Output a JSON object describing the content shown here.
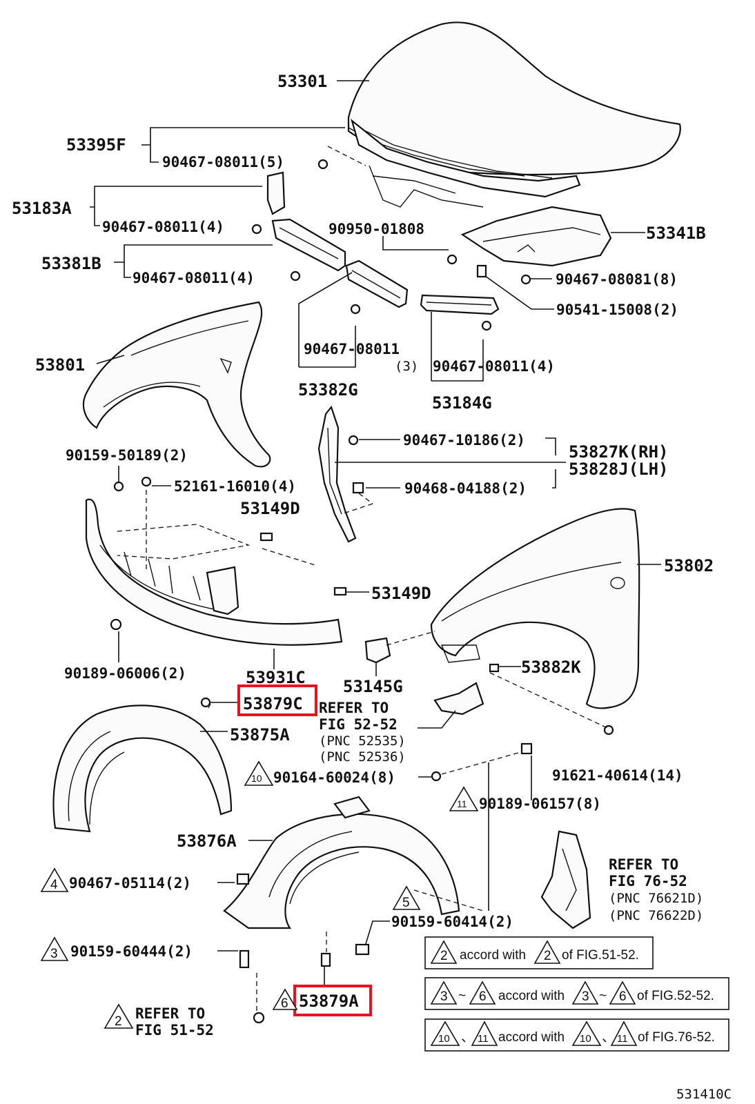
{
  "parts": {
    "p53301": "53301",
    "p53395F": "53395F",
    "p53395F_clip": "90467-08011(5)",
    "p53183A": "53183A",
    "p53183A_clip": "90467-08011(4)",
    "p90950": "90950-01808",
    "p53341B": "53341B",
    "p53381B": "53381B",
    "p53381B_clip": "90467-08011(4)",
    "p90467_08081": "90467-08081(8)",
    "p90541": "90541-15008(2)",
    "p53801": "53801",
    "p53382G_clip": "90467-08011",
    "p53382G_qty": "(3)",
    "p53184G_clip": "90467-08011(4)",
    "p53382G": "53382G",
    "p53184G": "53184G",
    "p90467_10186": "90467-10186(2)",
    "p53827K": "53827K(RH)",
    "p53828J": "53828J(LH)",
    "p90159_50189": "90159-50189(2)",
    "p52161": "52161-16010(4)",
    "p90468": "90468-04188(2)",
    "p53149D_top": "53149D",
    "p53802": "53802",
    "p53149D_mid": "53149D",
    "p90189_06006": "90189-06006(2)",
    "p53931C": "53931C",
    "p53145G": "53145G",
    "p53882K": "53882K",
    "p53879C": "53879C",
    "p53875A": "53875A",
    "p91621": "91621-40614(14)",
    "p90164": "90164-60024(8)",
    "p90189_06157": "90189-06157(8)",
    "p53876A": "53876A",
    "p90467_05114": "90467-05114(2)",
    "p90159_60414": "90159-60414(2)",
    "p90159_60444": "90159-60444(2)",
    "p53879A": "53879A"
  },
  "markers": {
    "m10": "10",
    "m11": "11",
    "m4": "4",
    "m5": "5",
    "m3": "3",
    "m6": "6",
    "m2": "2"
  },
  "refs": {
    "fig52_line1": "REFER TO",
    "fig52_line2": "FIG 52-52",
    "fig52_line3": "(PNC 52535)",
    "fig52_line4": "(PNC 52536)",
    "fig76_line1": "REFER TO",
    "fig76_line2": "FIG 76-52",
    "fig76_line3": "(PNC 76621D)",
    "fig76_line4": "(PNC 76622D)",
    "fig51_line1": "REFER TO",
    "fig51_line2": "FIG 51-52"
  },
  "notes": {
    "n1_a": "2",
    "n1_text1": "accord with",
    "n1_b": "2",
    "n1_text2": "of FIG.51-52.",
    "n2_a": "3",
    "n2_sep": "~",
    "n2_b": "6",
    "n2_text1": "accord with",
    "n2_c": "3",
    "n2_sep2": "~",
    "n2_d": "6",
    "n2_text2": "of FIG.52-52.",
    "n3_a": "10",
    "n3_sep": "、",
    "n3_b": "11",
    "n3_text1": "accord with",
    "n3_c": "10",
    "n3_sep2": "、",
    "n3_d": "11",
    "n3_text2": "of FIG.76-52."
  },
  "figure_id": "531410C",
  "highlight_color": "#e8131e"
}
